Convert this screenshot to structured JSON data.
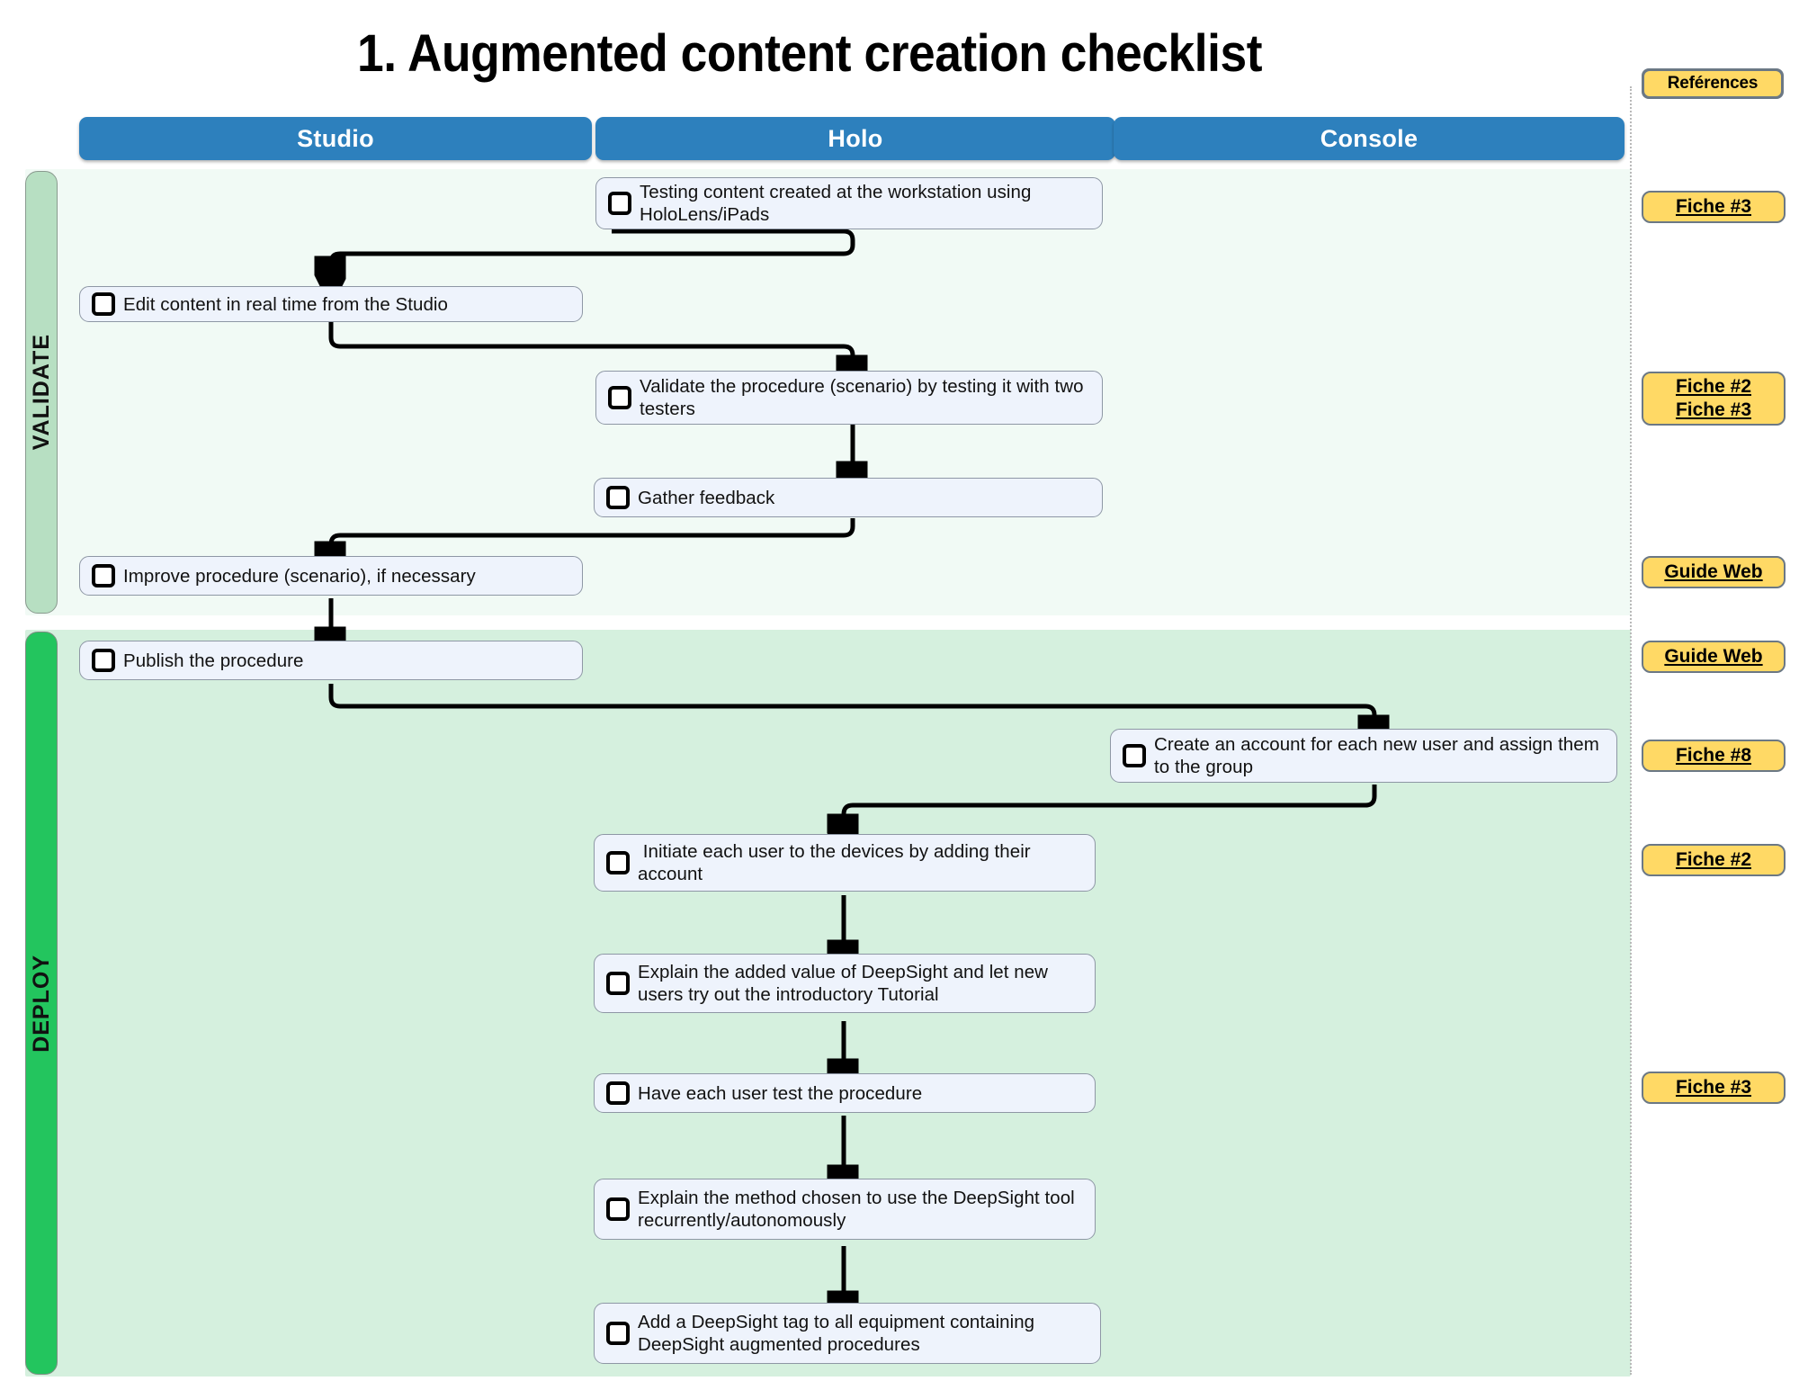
{
  "title": "1. Augmented content creation checklist",
  "references_header": {
    "label": "Reférences"
  },
  "columns": [
    {
      "id": "studio",
      "label": "Studio"
    },
    {
      "id": "holo",
      "label": "Holo"
    },
    {
      "id": "console",
      "label": "Console"
    }
  ],
  "phases": [
    {
      "id": "validate",
      "label": "VALIDATE",
      "band_color": "#b7dfc2",
      "background": "#f1faf5"
    },
    {
      "id": "deploy",
      "label": "DEPLOY",
      "band_color": "#23c55e",
      "background": "#d5f0de"
    }
  ],
  "tasks": [
    {
      "id": "t1",
      "phase": "validate",
      "column": "holo",
      "checked": false,
      "label": "Testing content created at the workstation using HoloLens/iPads"
    },
    {
      "id": "t2",
      "phase": "validate",
      "column": "studio",
      "checked": false,
      "label": "Edit content in real time from the Studio"
    },
    {
      "id": "t3",
      "phase": "validate",
      "column": "holo",
      "checked": false,
      "label": "Validate the procedure (scenario) by testing it with two testers"
    },
    {
      "id": "t4",
      "phase": "validate",
      "column": "holo",
      "checked": false,
      "label": "Gather feedback"
    },
    {
      "id": "t5",
      "phase": "validate",
      "column": "studio",
      "checked": false,
      "label": "Improve procedure (scenario), if necessary"
    },
    {
      "id": "t6",
      "phase": "deploy",
      "column": "studio",
      "checked": false,
      "label": "Publish the procedure"
    },
    {
      "id": "t7",
      "phase": "deploy",
      "column": "console",
      "checked": false,
      "label": "Create an account for each new user and assign them to the group"
    },
    {
      "id": "t8",
      "phase": "deploy",
      "column": "holo",
      "checked": false,
      "label": " Initiate each user to the devices by adding their account"
    },
    {
      "id": "t9",
      "phase": "deploy",
      "column": "holo",
      "checked": false,
      "label": "Explain the added value of DeepSight and let new users try out the introductory Tutorial"
    },
    {
      "id": "t10",
      "phase": "deploy",
      "column": "holo",
      "checked": false,
      "label": "Have each user test the procedure"
    },
    {
      "id": "t11",
      "phase": "deploy",
      "column": "holo",
      "checked": false,
      "label": "Explain the method chosen to use the DeepSight tool recurrently/autonomously"
    },
    {
      "id": "t12",
      "phase": "deploy",
      "column": "holo",
      "checked": false,
      "label": "Add a DeepSight tag to all equipment containing DeepSight augmented procedures"
    }
  ],
  "references": [
    {
      "id": "r1",
      "for_task": "t1",
      "lines": [
        "Fiche #3"
      ]
    },
    {
      "id": "r2",
      "for_task": "t3",
      "lines": [
        "Fiche #2",
        "Fiche #3"
      ]
    },
    {
      "id": "r3",
      "for_task": "t5",
      "lines": [
        "Guide Web"
      ]
    },
    {
      "id": "r4",
      "for_task": "t6",
      "lines": [
        "Guide Web"
      ]
    },
    {
      "id": "r5",
      "for_task": "t7",
      "lines": [
        "Fiche #8"
      ]
    },
    {
      "id": "r6",
      "for_task": "t8",
      "lines": [
        "Fiche #2"
      ]
    },
    {
      "id": "r7",
      "for_task": "t10",
      "lines": [
        "Fiche #3"
      ]
    }
  ],
  "colors": {
    "header_blue": "#2d80bd",
    "card_fill": "#eef3fc",
    "card_border": "#8e97a5",
    "reference_yellow": "#ffd965",
    "reference_border": "#6b7885",
    "validate_band": "#b7dfc2",
    "deploy_band": "#23c55e",
    "connector": "#000000"
  }
}
